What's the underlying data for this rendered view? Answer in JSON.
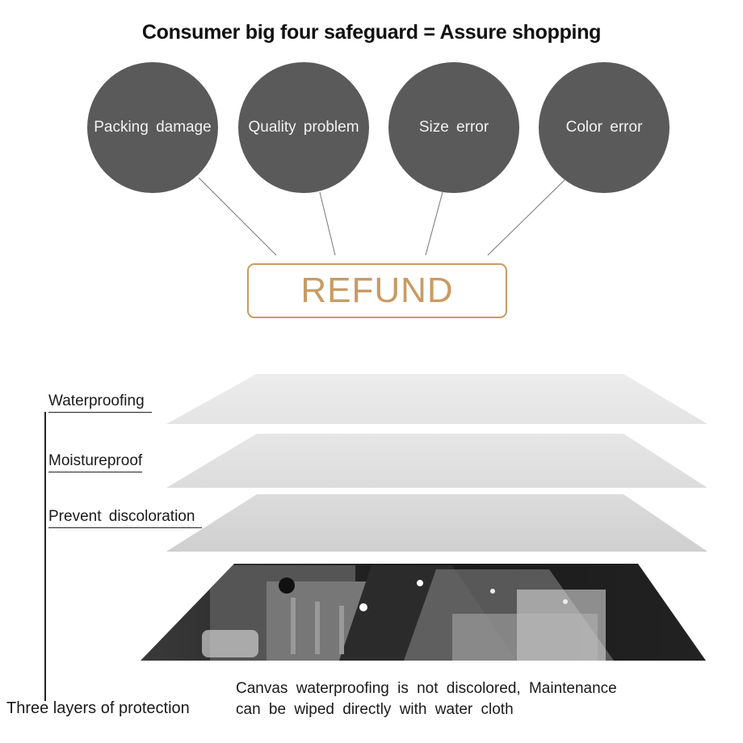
{
  "title": "Consumer big four safeguard = Assure shopping",
  "safeguards": [
    {
      "label": "Packing damage"
    },
    {
      "label": "Quality problem"
    },
    {
      "label": "Size error"
    },
    {
      "label": "Color error"
    }
  ],
  "refund_label": "REFUND",
  "layers": {
    "labels": [
      "Waterproofing",
      "Moistureproof",
      "Prevent discoloration"
    ],
    "group_label": "Three layers of protection",
    "caption_line1": "Canvas waterproofing is not discolored, Maintenance",
    "caption_line2": "can be wiped directly with water cloth"
  },
  "colors": {
    "circle": "#5a5a5a",
    "refund_accent": "#c89b64",
    "layer_light": "#e9e9e9",
    "layer_mid": "#e2e2e2",
    "layer_dark": "#d6d6d6"
  }
}
